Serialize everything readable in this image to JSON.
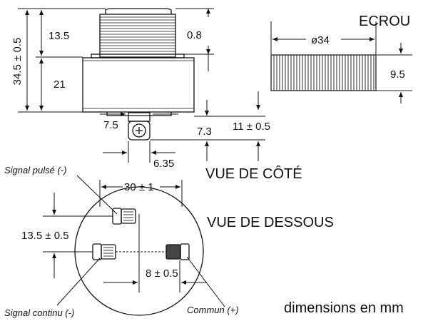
{
  "labels": {
    "nut": "ECROU",
    "side_view": "VUE DE CÔTÉ",
    "bottom_view": "VUE DE DESSOUS",
    "units": "dimensions en mm",
    "signal_pulsed": "Signal pulsé (-)",
    "signal_continuous": "Signal continu (-)",
    "common": "Commun (+)"
  },
  "dimensions": {
    "total_height": "34.5 ± 0.5",
    "thread_height": "13.5",
    "body_height": "21",
    "thread_step": "0.8",
    "terminal_offset": "7.5",
    "terminal_width_detail": "7.3",
    "terminal_length": "11 ± 0.5",
    "terminal_spacing": "6.35",
    "nut_diameter": "ø34",
    "nut_height": "9.5",
    "bottom_diameter": "30 ± 1",
    "bottom_vertical": "13.5 ± 0.5",
    "bottom_horizontal": "8 ± 0.5"
  },
  "colors": {
    "line": "#111111",
    "background": "#ffffff"
  }
}
